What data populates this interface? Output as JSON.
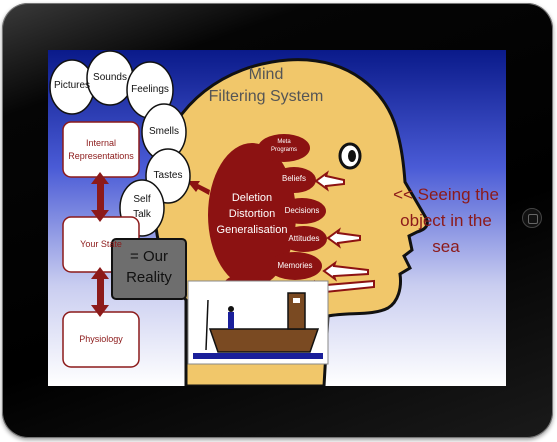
{
  "slide": {
    "title_line1": "Mind",
    "title_line2": "Filtering System",
    "senses": [
      "Pictures",
      "Sounds",
      "Feelings",
      "Smells",
      "Tastes"
    ],
    "self_talk_line1": "Self",
    "self_talk_line2": "Talk",
    "boxes": {
      "internal_line1": "Internal",
      "internal_line2": "Representations",
      "state": "Your State",
      "physiology": "Physiology"
    },
    "filter_line1": "Deletion",
    "filter_line2": "Distortion",
    "filter_line3": "Generalisation",
    "filters": {
      "meta_line1": "Meta",
      "meta_line2": "Programs",
      "beliefs": "Beliefs",
      "decisions": "Decisions",
      "attitudes": "Attitudes",
      "memories": "Memories"
    },
    "reality_line1": "= Our",
    "reality_line2": "Reality",
    "seeing_line1": "<< Seeing the",
    "seeing_line2": "object in the",
    "seeing_line3": "sea"
  },
  "colors": {
    "head": "#f1c76a",
    "filter": "#8c1212",
    "box_border": "#8c1a1a",
    "text_red": "#8c1a1a",
    "reality_bg": "#6e6e6e",
    "boat": "#7a4a22"
  }
}
